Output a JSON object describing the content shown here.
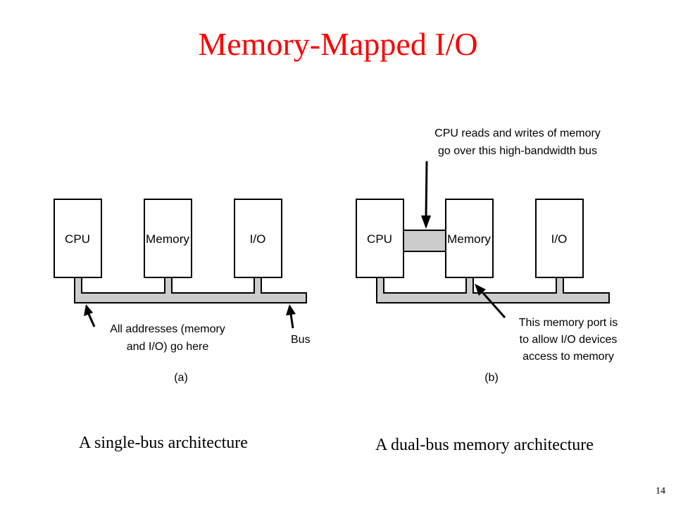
{
  "slide": {
    "title": "Memory-Mapped I/O",
    "page_number": "14"
  },
  "diagram_a": {
    "boxes": [
      "CPU",
      "Memory",
      "I/O"
    ],
    "annotation_lines": [
      "All addresses (memory",
      "and I/O) go here"
    ],
    "bus_label": "Bus",
    "figure_label": "(a)",
    "caption": "A single-bus architecture"
  },
  "diagram_b": {
    "boxes": [
      "CPU",
      "Memory",
      "I/O"
    ],
    "top_annotation_lines": [
      "CPU reads and writes of memory",
      "go over this high-bandwidth bus"
    ],
    "port_annotation_lines": [
      "This memory port is",
      "to allow I/O devices",
      "access to memory"
    ],
    "figure_label": "(b)",
    "caption": "A dual-bus memory architecture"
  },
  "colors": {
    "title": "#ff0000",
    "bus_fill": "#cccccc"
  }
}
